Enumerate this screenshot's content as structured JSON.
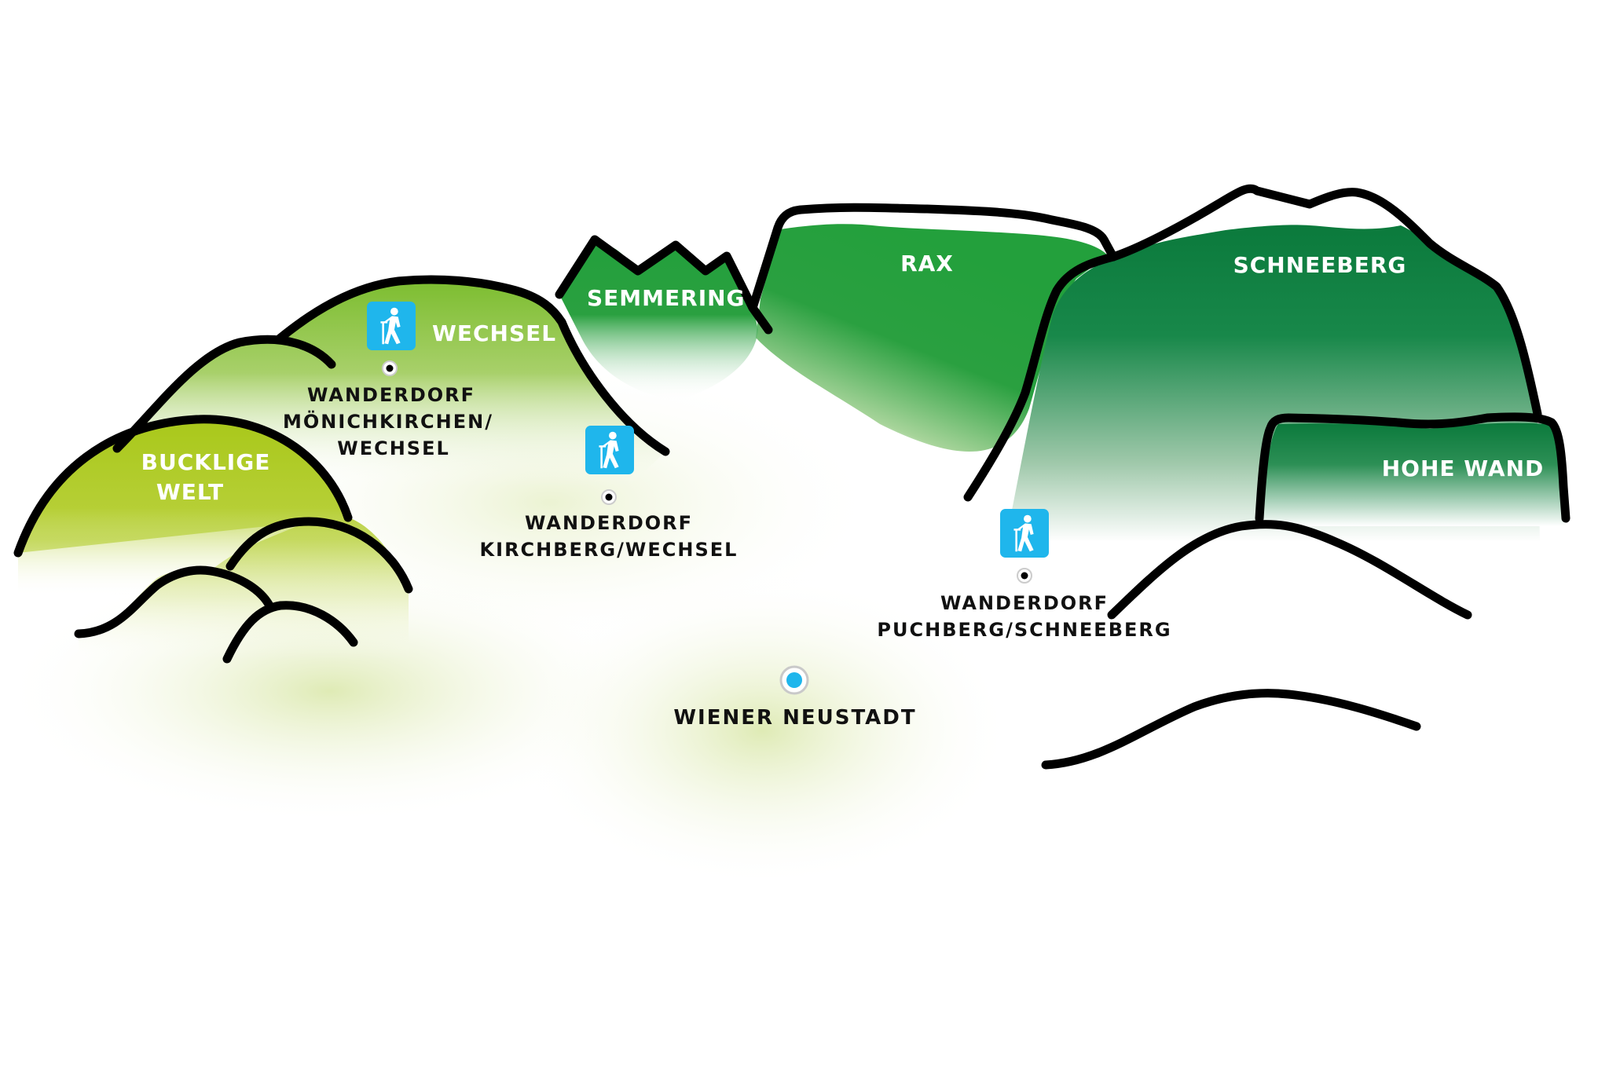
{
  "map": {
    "title": "Wanderdörfer Region Wiener Alpen",
    "colors": {
      "schneeberg_green": "#0b7a3c",
      "rax_green": "#23a03c",
      "wechsel_green": "#7cbd2f",
      "bucklige_green": "#a9c81a",
      "hiker_blue": "#1fb6ec",
      "outline": "#000000"
    },
    "mountains": [
      {
        "id": "bucklige-welt",
        "label_line1": "BUCKLIGE",
        "label_line2": "WELT"
      },
      {
        "id": "wechsel",
        "label": "WECHSEL"
      },
      {
        "id": "semmering",
        "label": "SEMMERING"
      },
      {
        "id": "rax",
        "label": "RAX"
      },
      {
        "id": "schneeberg",
        "label": "SCHNEEBERG"
      },
      {
        "id": "hohe-wand",
        "label": "HOHE WAND"
      }
    ],
    "wanderdoerfer": [
      {
        "icon": "hiker-icon",
        "label_line1": "WANDERDORF",
        "label_line2": "MÖNICHKIRCHEN/",
        "label_line3": "WECHSEL"
      },
      {
        "icon": "hiker-icon",
        "label_line1": "WANDERDORF",
        "label_line2": "KIRCHBERG/WECHSEL"
      },
      {
        "icon": "hiker-icon",
        "label_line1": "WANDERDORF",
        "label_line2": "PUCHBERG/SCHNEEBERG"
      }
    ],
    "city": {
      "label": "WIENER NEUSTADT",
      "marker": "city-dot-icon"
    }
  }
}
